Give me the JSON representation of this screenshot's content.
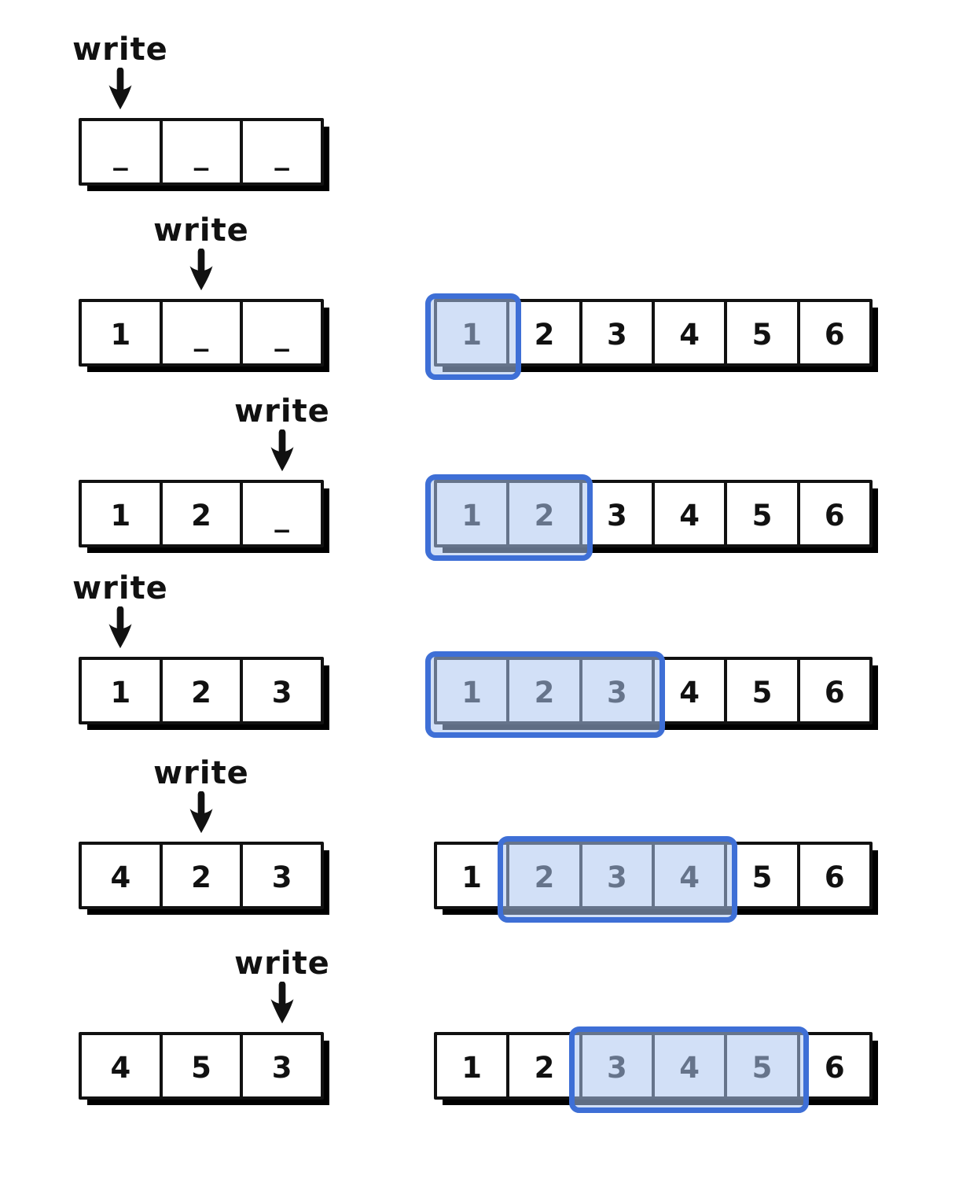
{
  "colors": {
    "ink": "#111111",
    "highlight_stroke": "#3E6FD6",
    "highlight_fill": "rgba(173,199,240,0.55)"
  },
  "rows": [
    {
      "write_label": "write",
      "write_cell": 0,
      "buffer": [
        "_",
        "_",
        "_"
      ],
      "array": null,
      "highlight": null
    },
    {
      "write_label": "write",
      "write_cell": 1,
      "buffer": [
        "1",
        "_",
        "_"
      ],
      "array": [
        "1",
        "2",
        "3",
        "4",
        "5",
        "6"
      ],
      "highlight": {
        "start": 0,
        "count": 1
      }
    },
    {
      "write_label": "write",
      "write_cell": 2,
      "buffer": [
        "1",
        "2",
        "_"
      ],
      "array": [
        "1",
        "2",
        "3",
        "4",
        "5",
        "6"
      ],
      "highlight": {
        "start": 0,
        "count": 2
      }
    },
    {
      "write_label": "write",
      "write_cell": 0,
      "buffer": [
        "1",
        "2",
        "3"
      ],
      "array": [
        "1",
        "2",
        "3",
        "4",
        "5",
        "6"
      ],
      "highlight": {
        "start": 0,
        "count": 3
      }
    },
    {
      "write_label": "write",
      "write_cell": 1,
      "buffer": [
        "4",
        "2",
        "3"
      ],
      "array": [
        "1",
        "2",
        "3",
        "4",
        "5",
        "6"
      ],
      "highlight": {
        "start": 1,
        "count": 3
      }
    },
    {
      "write_label": "write",
      "write_cell": 2,
      "buffer": [
        "4",
        "5",
        "3"
      ],
      "array": [
        "1",
        "2",
        "3",
        "4",
        "5",
        "6"
      ],
      "highlight": {
        "start": 2,
        "count": 3
      }
    }
  ]
}
